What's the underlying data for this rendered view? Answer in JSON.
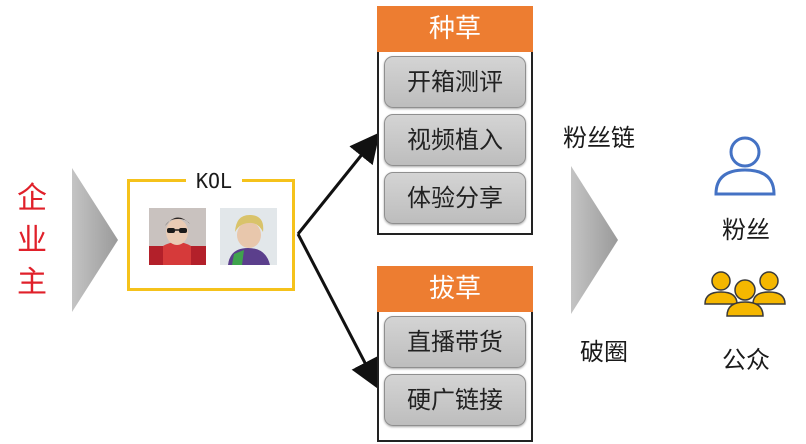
{
  "advertiser": {
    "chars": [
      "企",
      "业",
      "主"
    ]
  },
  "kol": {
    "label": "KOL"
  },
  "seeding": {
    "title": "种草",
    "items": [
      "开箱测评",
      "视频植入",
      "体验分享"
    ]
  },
  "pulling": {
    "title": "拔草",
    "items": [
      "直播带货",
      "硬广链接"
    ]
  },
  "results": {
    "fan_chain": "粉丝链",
    "break_circle": "破圈",
    "fans": "粉丝",
    "public": "公众"
  },
  "colors": {
    "orange": "#ed7d31",
    "kol_border": "#f5c21b",
    "advertiser_text": "#e0202a",
    "icon_blue": "#4472c4",
    "icon_gold": "#f5b700",
    "arrow_gray": "#a6a6a6"
  }
}
